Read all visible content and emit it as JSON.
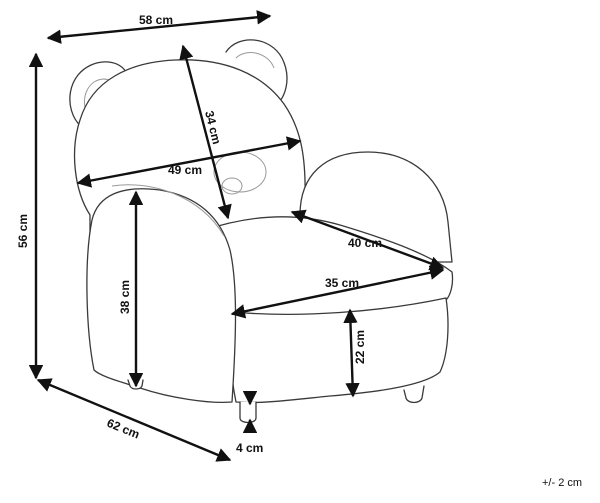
{
  "diagram": {
    "dimensions": {
      "top_width": "58 cm",
      "height": "56 cm",
      "back_height": "34 cm",
      "inner_width": "49 cm",
      "seat_depth": "40 cm",
      "arm_height": "38 cm",
      "seat_width": "35 cm",
      "seat_height": "22 cm",
      "depth": "62 cm",
      "leg_height": "4 cm"
    },
    "tolerance": "+/- 2 cm"
  }
}
